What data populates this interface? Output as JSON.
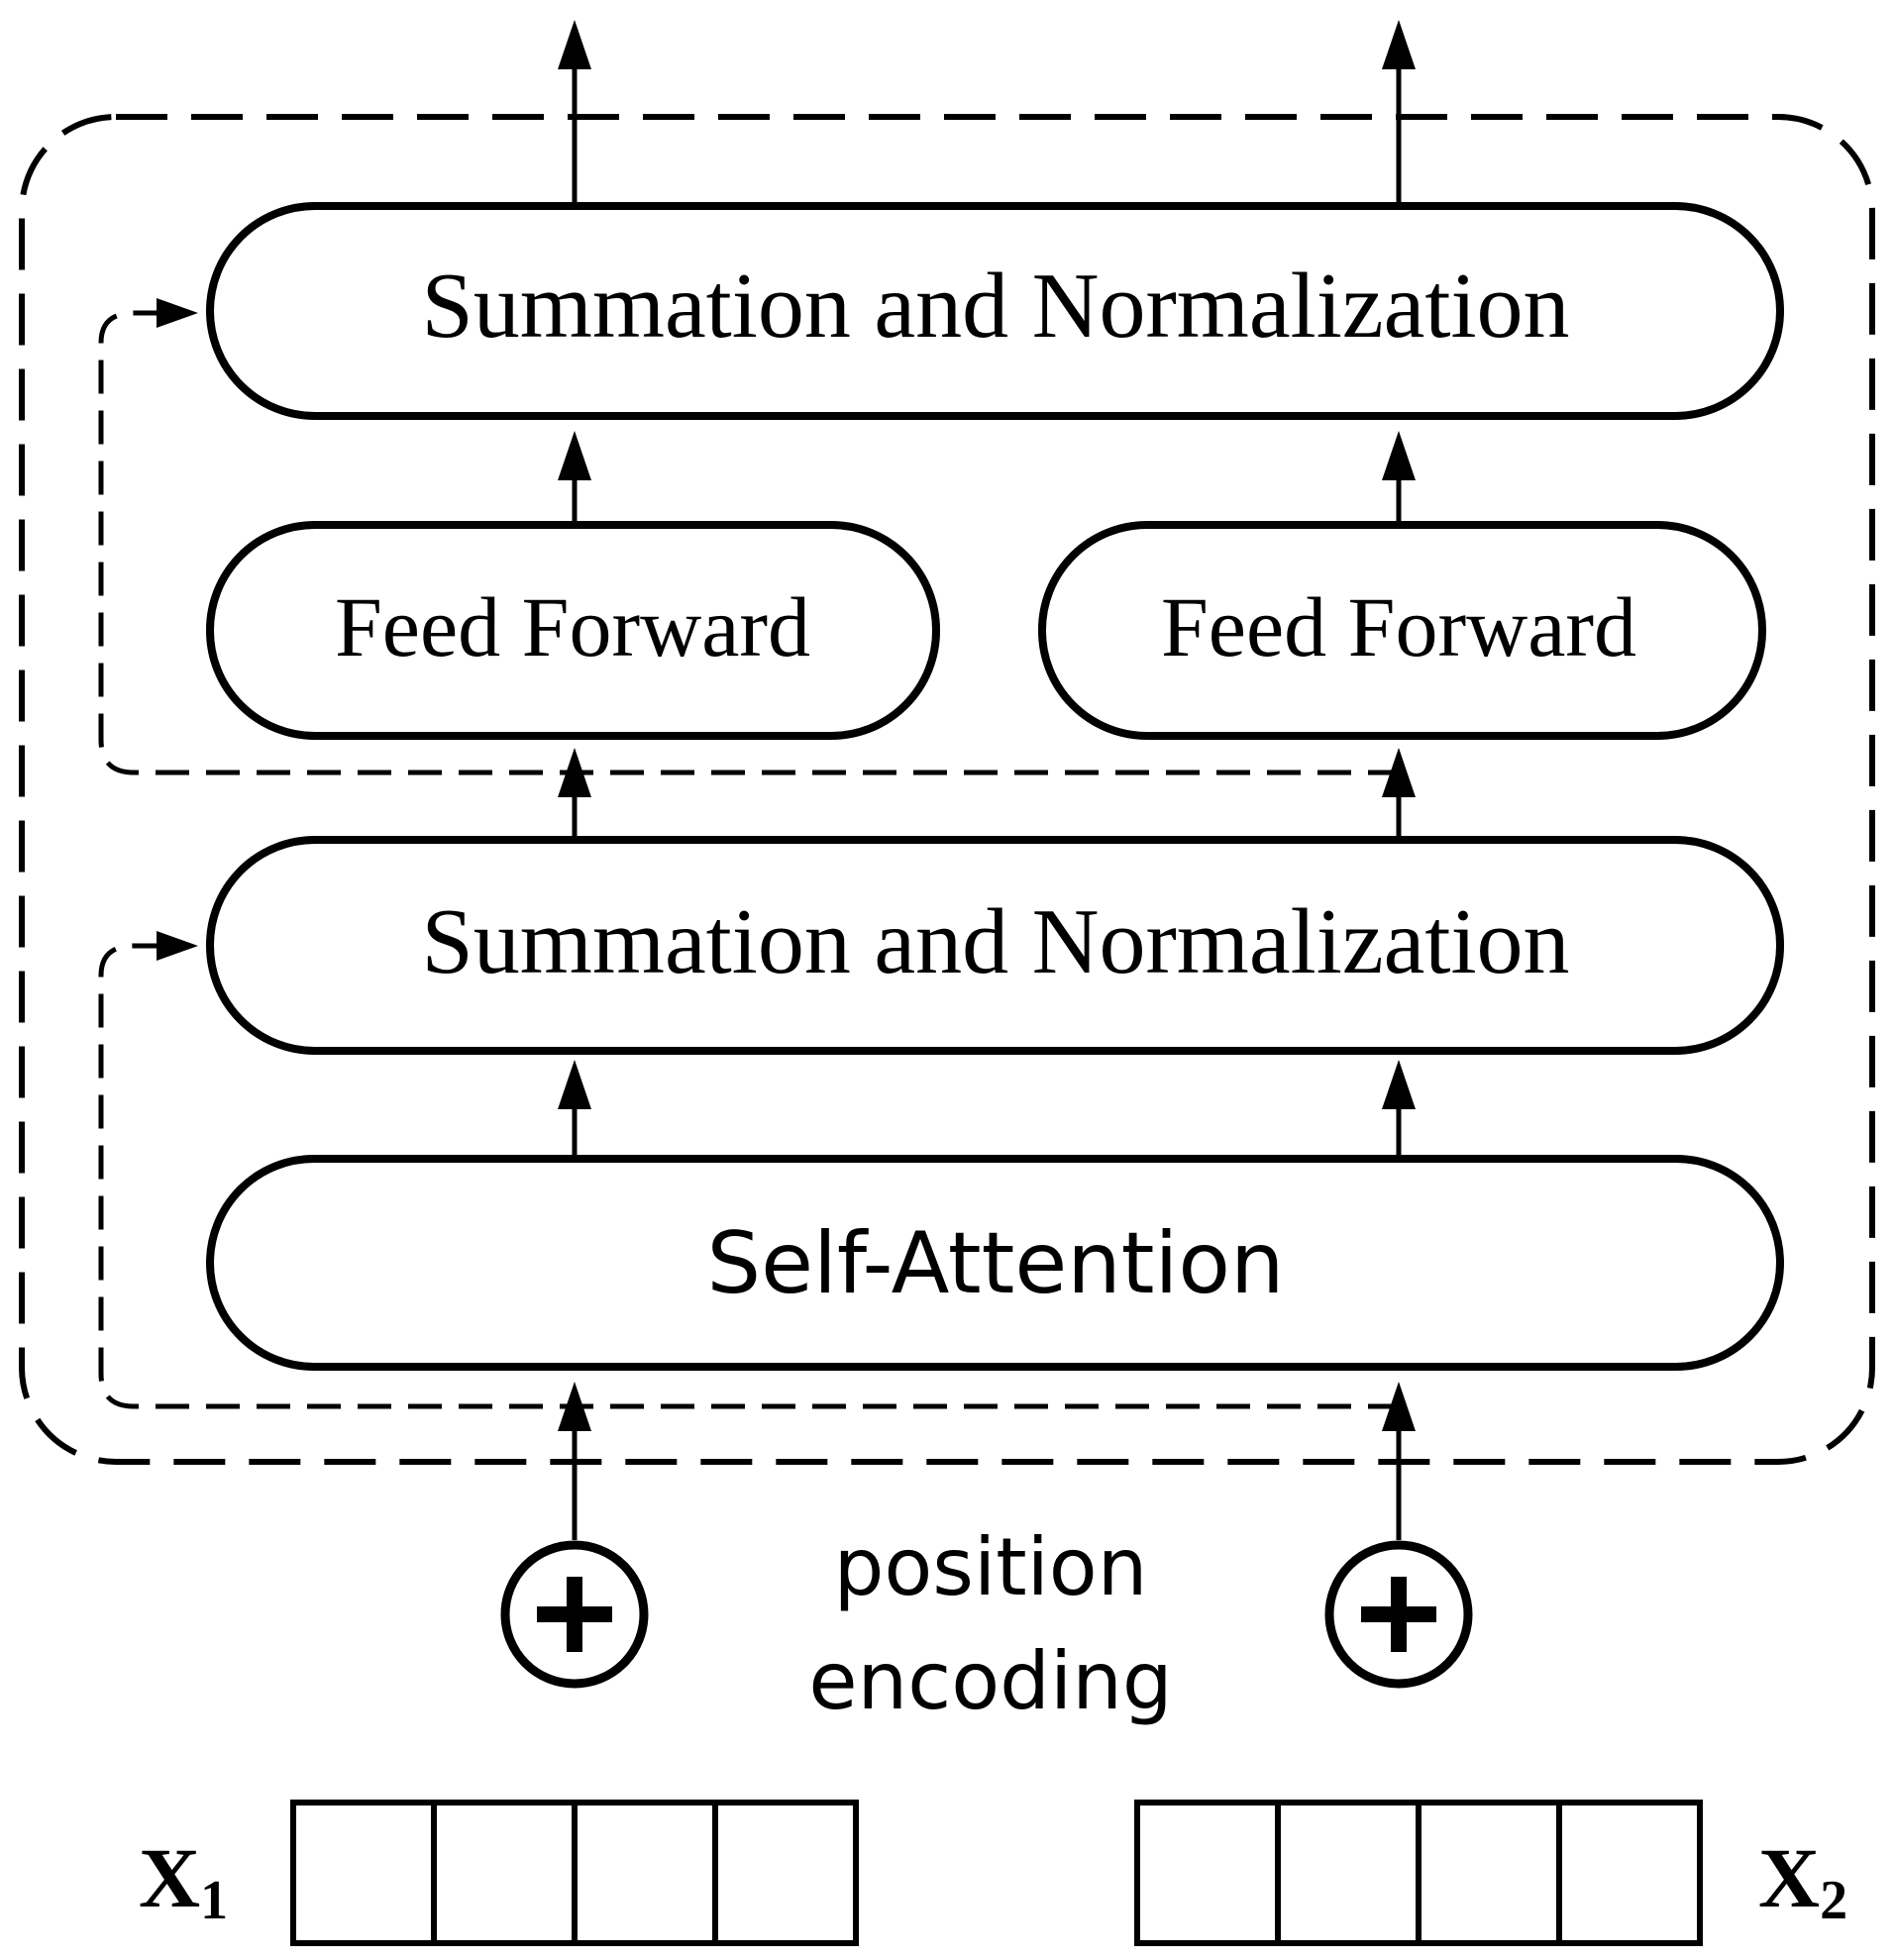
{
  "blocks": {
    "sum_norm_top": "Summation and Normalization",
    "feed_forward_left": "Feed Forward",
    "feed_forward_right": "Feed Forward",
    "sum_norm_bottom": "Summation and Normalization",
    "self_attention": "Self-Attention"
  },
  "position_encoding": {
    "line1": "position",
    "line2": "encoding",
    "symbol": "circled-plus"
  },
  "inputs": [
    {
      "label": "X",
      "subscript": "1",
      "cells": 4
    },
    {
      "label": "X",
      "subscript": "2",
      "cells": 4
    }
  ],
  "colors": {
    "stroke": "#000000",
    "background": "#ffffff"
  }
}
